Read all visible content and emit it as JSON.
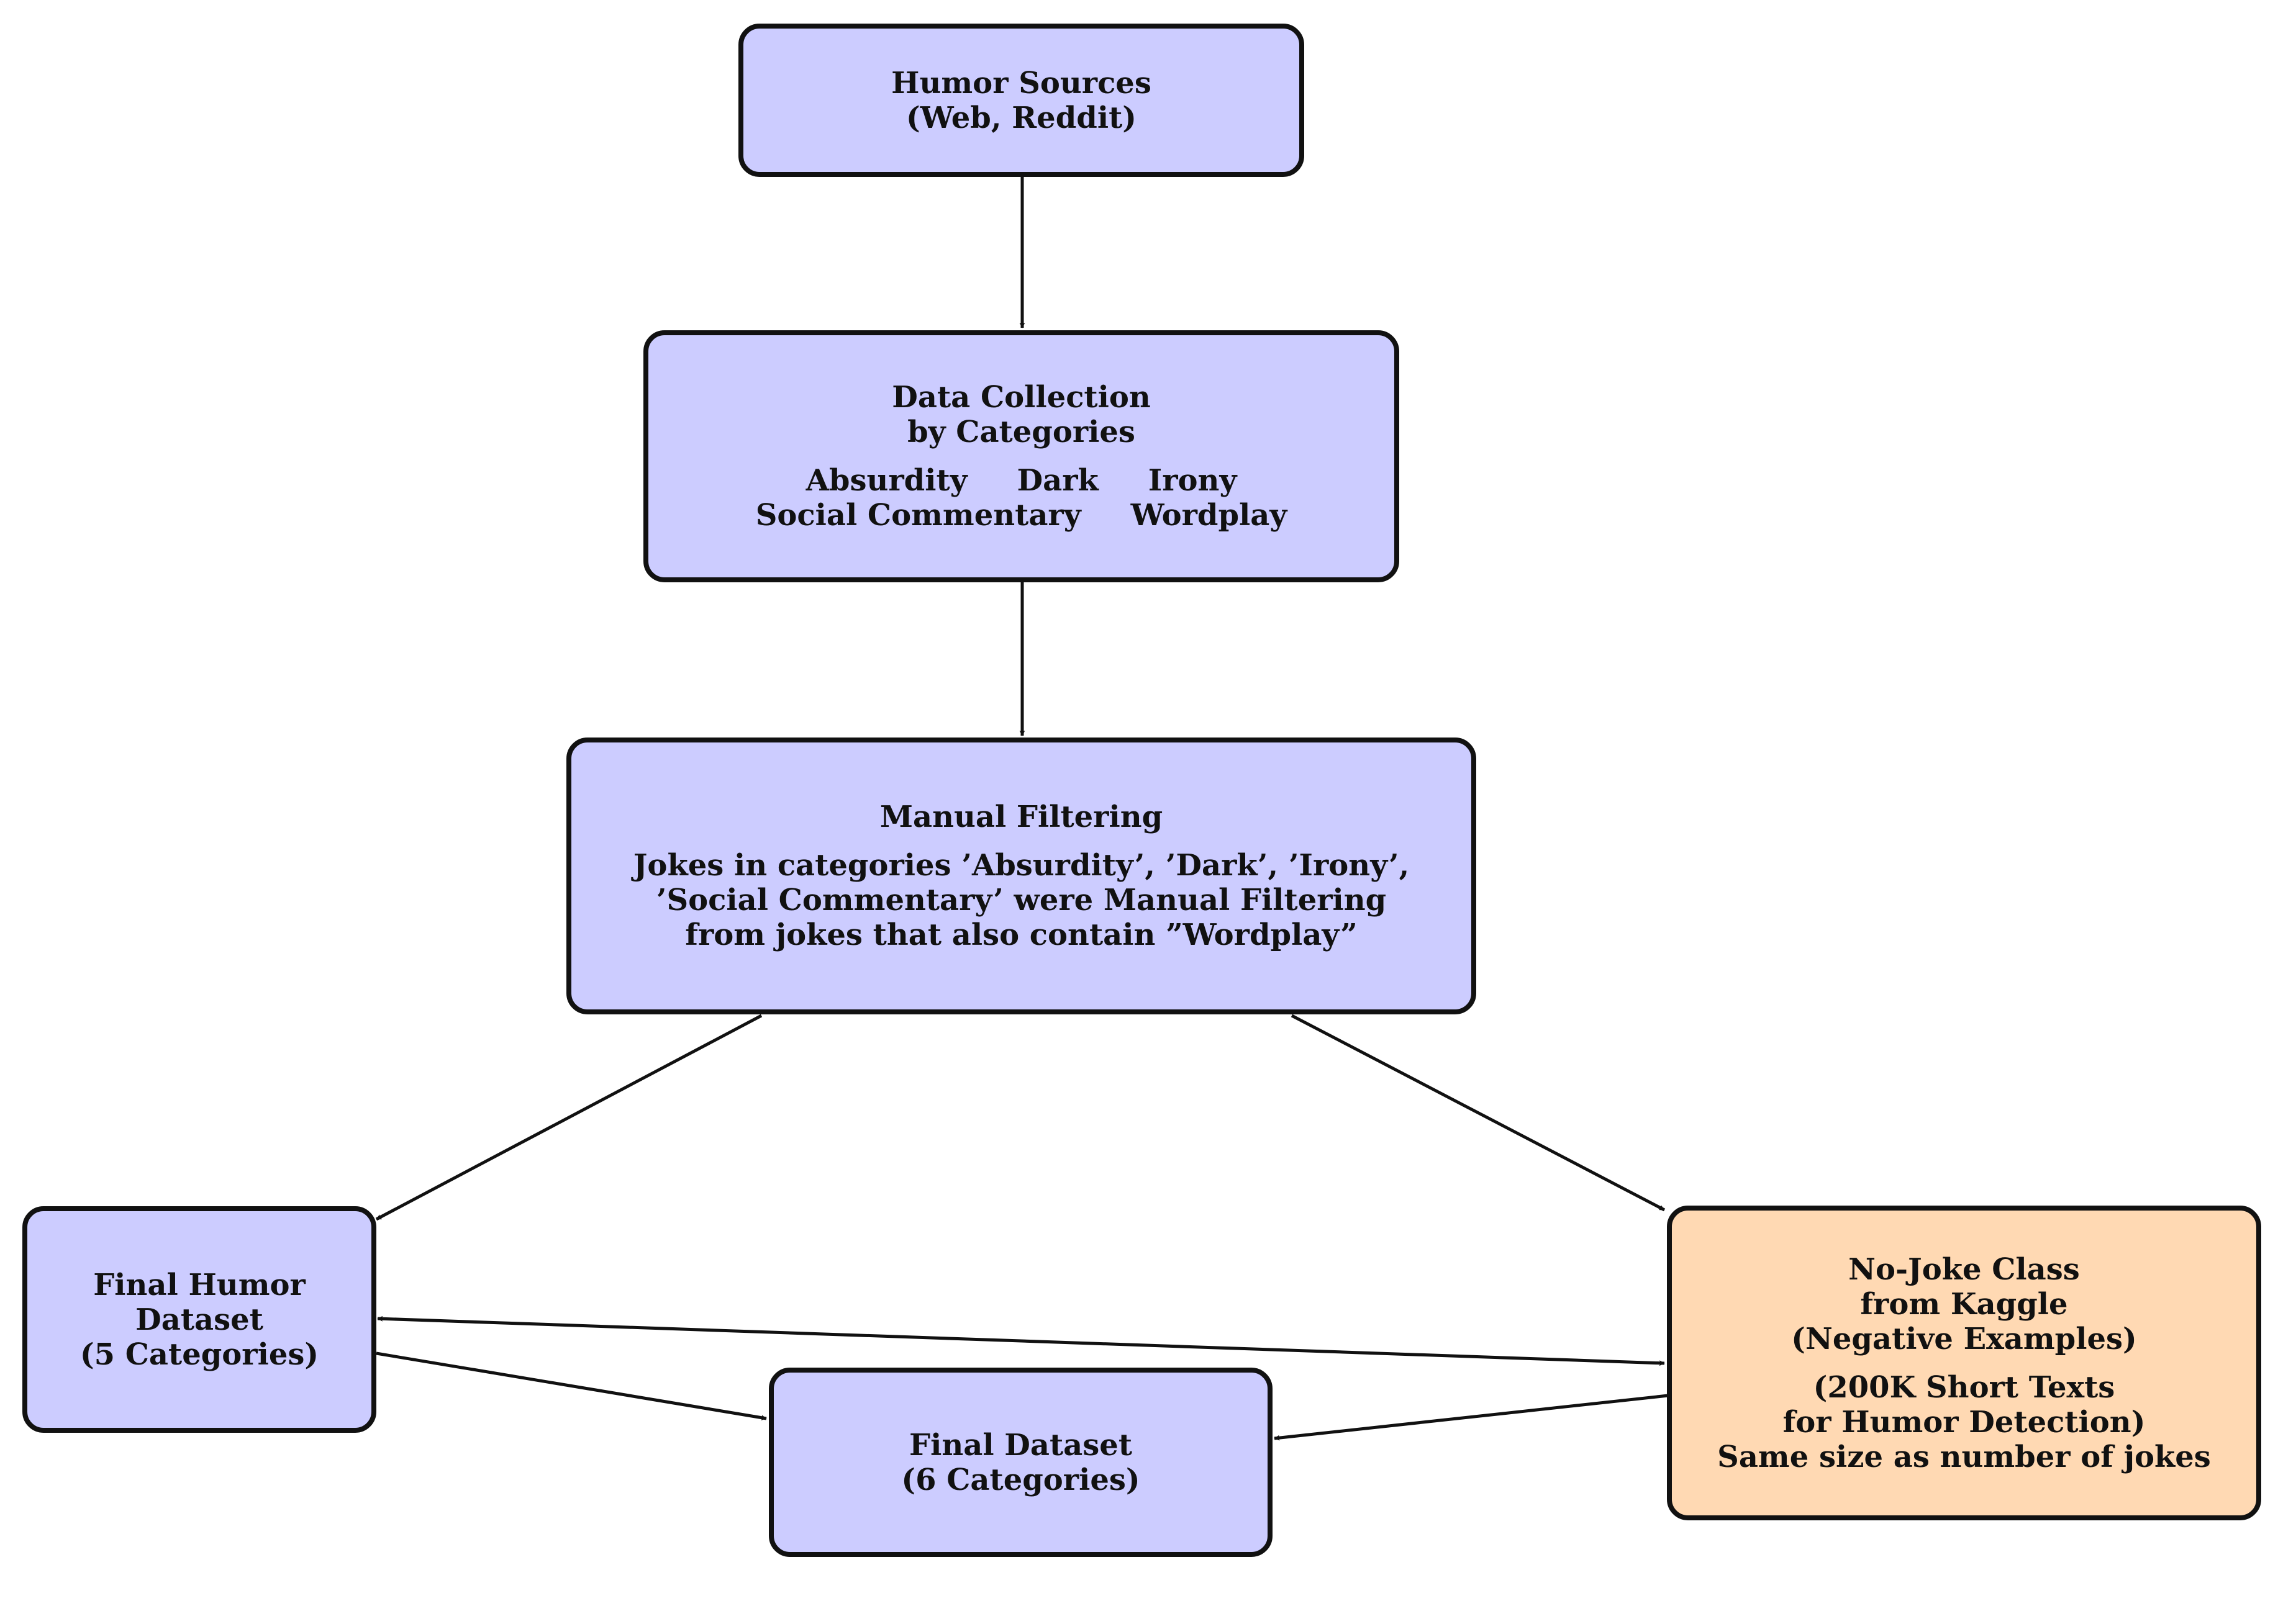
{
  "colors": {
    "blue_fill": "#ccccff",
    "orange_fill": "#ffd9b3",
    "border": "#111111"
  },
  "nodes": {
    "humor_sources": {
      "lines": [
        "Humor Sources",
        "(Web, Reddit)"
      ]
    },
    "data_collection": {
      "lines": [
        "Data Collection",
        "by Categories"
      ],
      "categories_row1": [
        "Absurdity",
        "Dark",
        "Irony"
      ],
      "categories_row2": [
        "Social Commentary",
        "Wordplay"
      ]
    },
    "manual_filtering": {
      "title": "Manual Filtering",
      "description": [
        "Jokes in categories ’Absurdity’, ’Dark’, ’Irony’,",
        "’Social Commentary’ were Manual Filtering",
        "from jokes that also contain ”Wordplay”"
      ]
    },
    "final_humor_dataset": {
      "lines": [
        "Final Humor",
        "Dataset",
        "(5 Categories)"
      ]
    },
    "no_joke_class": {
      "lines": [
        "No-Joke Class",
        "from Kaggle",
        "(Negative Examples)"
      ],
      "details": [
        "(200K Short Texts",
        "for Humor Detection)",
        "Same size as number of jokes"
      ]
    },
    "final_dataset": {
      "lines": [
        "Final Dataset",
        "(6 Categories)"
      ]
    }
  }
}
